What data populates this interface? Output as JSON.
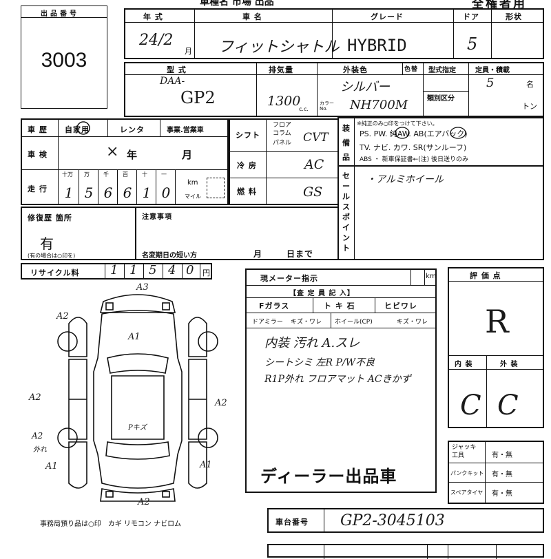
{
  "lot": {
    "label": "出品番号",
    "number": "3003"
  },
  "header": {
    "title_fragment": "車種名 市場 出品",
    "title_right": "全権者用",
    "year_label": "年 式",
    "name_label": "車 名",
    "grade_label": "グレード",
    "door_label": "ドア",
    "body_label": "形状",
    "year_value": "24/2",
    "year_unit": "月",
    "name_value": "フィットシャトル",
    "grade_value": "HYBRID",
    "door_value": "5"
  },
  "spec": {
    "model_label": "型 式",
    "displacement_label": "排気量",
    "color_label": "外装色",
    "color_change_label": "色替",
    "model_designation_label": "型式指定",
    "capacity_label": "定員・積載",
    "category_label": "類別区分",
    "model_prefix": "DAA-",
    "model_value": "GP2",
    "displacement_value": "1300",
    "cc_unit": "c.c.",
    "color_value": "シルバー",
    "color_code_label": "カラーNo.",
    "color_code_value": "NH700M",
    "capacity_value": "5",
    "capacity_unit": "名",
    "ton_unit": "トン"
  },
  "history": {
    "car_history_label": "車 歴",
    "private_label": "自家用",
    "rental_label": "レンタ",
    "business_label": "事業.営業車",
    "inspection_label": "車 検",
    "inspection_year": "年",
    "inspection_month": "月",
    "mileage_label": "走 行",
    "digit_headers": [
      "十万",
      "万",
      "千",
      "百",
      "十",
      "一"
    ],
    "mileage_digits": [
      "1",
      "5",
      "6",
      "6",
      "1",
      "0"
    ],
    "km_label": "km",
    "mile_label": "マイル",
    "shift_label": "シフト",
    "shift_options": [
      "フロア",
      "コラム",
      "パネル"
    ],
    "shift_value": "CVT",
    "ac_label": "冷 房",
    "ac_value": "AC",
    "fuel_label": "燃 料",
    "fuel_value": "GS"
  },
  "equipment": {
    "label": "装備品",
    "note": "※純正のみ○印をつけて下さい。",
    "line1": "PS. PW. 純AW. AB(エアバック)",
    "line2": "TV. ナビ. カワ. SR(サンルーフ)",
    "line3": "ABS ・ 新車保証書←(注) 後日送りのみ"
  },
  "sales_point": {
    "label": "セールスポイント",
    "value": "・アルミホイール"
  },
  "repair": {
    "label": "修復歴 箇所",
    "value": "有",
    "note": "(有の場合は○印を)",
    "caution_label": "注意事項",
    "name_change_label": "名変期日の短い方",
    "month_label": "月",
    "day_label": "日まで"
  },
  "recycle": {
    "label": "リサイクル料",
    "digits": [
      "1",
      "1",
      "5",
      "4",
      "0"
    ],
    "unit": "円"
  },
  "inspector": {
    "meter_label": "現メーター指示",
    "km": "km",
    "section_label": "【査 定 員 記 入】",
    "glass_label": "Fガラス",
    "glass_value": "ト キ 石",
    "crack_label": "ヒビワレ",
    "mirror_label": "ドアミラー",
    "mirror_value": "キズ・ワレ",
    "wheel_label": "ホイール(CP)",
    "wheel_value": "キズ・ワレ",
    "notes": [
      "内装 汚れ A.スレ",
      "シートシミ 左R P/W不良",
      "R1P外れ フロアマット ACきかず"
    ],
    "dealer_stamp": "ディーラー出品車"
  },
  "diagram": {
    "marks": [
      {
        "name": "mark-a3-front",
        "text": "A3"
      },
      {
        "name": "mark-a2-front-left",
        "text": "A2"
      },
      {
        "name": "mark-a1-hood",
        "text": "A1"
      },
      {
        "name": "mark-a2-left",
        "text": "A2"
      },
      {
        "name": "mark-a2-right",
        "text": "A2"
      },
      {
        "name": "mark-a2-left-rear",
        "text": "A2"
      },
      {
        "name": "mark-left-off",
        "text": "外れ"
      },
      {
        "name": "mark-a1-left-rear",
        "text": "A1"
      },
      {
        "name": "mark-a1-right-rear",
        "text": "A1"
      },
      {
        "name": "mark-a2-rear",
        "text": "A2"
      },
      {
        "name": "mark-roof",
        "text": "Pキズ"
      }
    ],
    "footer_note": "事務局預り品は○印　カギ リモコン ナビロム"
  },
  "evaluation": {
    "label": "評 価 点",
    "score": "R",
    "interior_label": "内 装",
    "exterior_label": "外 装",
    "interior_value": "C",
    "exterior_value": "C"
  },
  "accessories": [
    {
      "label": "ジャッキ工具",
      "value": "有・無"
    },
    {
      "label": "パンクキット",
      "value": "有・無"
    },
    {
      "label": "スペアタイヤ",
      "value": "有・無"
    }
  ],
  "chassis": {
    "label": "車台番号",
    "value": "GP2-3045103"
  }
}
